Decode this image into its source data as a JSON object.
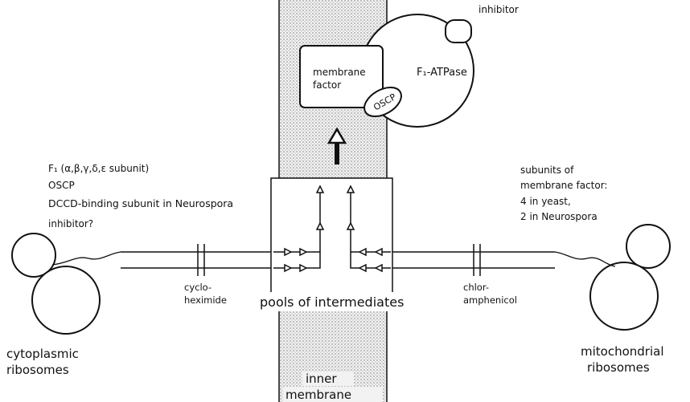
{
  "labels": {
    "inhibitor_top": "inhibitor",
    "membrane_factor_line1": "membrane",
    "membrane_factor_line2": "factor",
    "f1_atpase": "F₁-ATPase",
    "oscp_complex": "OSCP",
    "left_list": [
      "F₁ (α,β,γ,δ,ε subunit)",
      "OSCP",
      "DCCD-binding subunit in Neurospora",
      "inhibitor?"
    ],
    "right_list": [
      "subunits of",
      "membrane factor:",
      "4 in yeast,",
      "2 in Neurospora"
    ],
    "cycloheximide_line1": "cyclo-",
    "cycloheximide_line2": "heximide",
    "chloramphenicol_line1": "chlor-",
    "chloramphenicol_line2": "amphenicol",
    "pools": "pools of intermediates",
    "cyto_line1": "cytoplasmic",
    "cyto_line2": "ribosomes",
    "mito_line1": "mitochondrial",
    "mito_line2": "ribosomes",
    "inner_line1": "inner",
    "inner_line2": "membrane"
  }
}
